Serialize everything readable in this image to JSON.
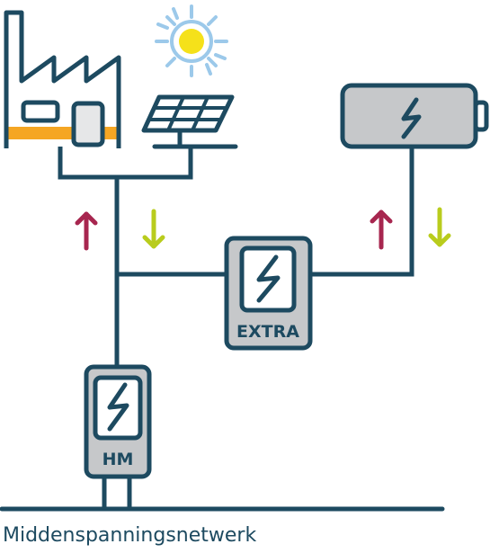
{
  "colors": {
    "line": "#1d4a60",
    "meter_fill": "#c6c8ca",
    "battery_fill": "#c6c8ca",
    "factory_stripe": "#f5a623",
    "sun_core": "#f5e11a",
    "sun_rays": "#9cc9ea",
    "arrow_up": "#a7264f",
    "arrow_down": "#b9cc1d",
    "factory_door": "#e6e7e8"
  },
  "icons": {
    "factory": "factory-icon",
    "solar_panel": "solar-panel-icon",
    "sun": "sun-icon",
    "battery": "battery-icon",
    "lightning": "lightning-bolt-icon",
    "arrow_up": "arrow-up-icon",
    "arrow_down": "arrow-down-icon"
  },
  "labels": {
    "meter_extra": "EXTRA",
    "meter_hm": "HM",
    "grid": "Middenspanningsnetwerk"
  }
}
